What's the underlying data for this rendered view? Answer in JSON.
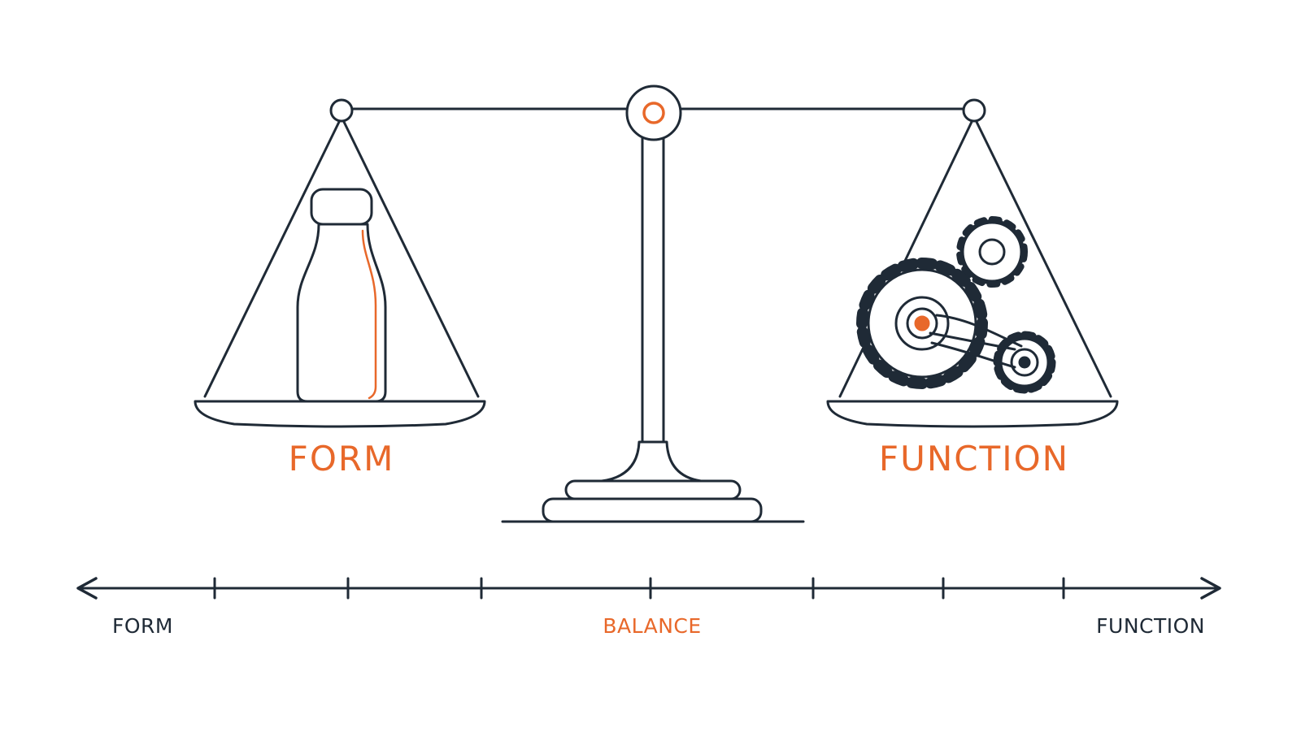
{
  "colors": {
    "ink": "#1f2a36",
    "accent": "#e8682a",
    "background": "#ffffff"
  },
  "scale": {
    "left_pan_label": "FORM",
    "right_pan_label": "FUNCTION",
    "left_pan_object": "bottle-icon",
    "right_pan_object": "gears-icon",
    "pivot_icon": "pivot-ring-icon"
  },
  "axis": {
    "left_label": "FORM",
    "center_label": "BALANCE",
    "right_label": "FUNCTION"
  }
}
